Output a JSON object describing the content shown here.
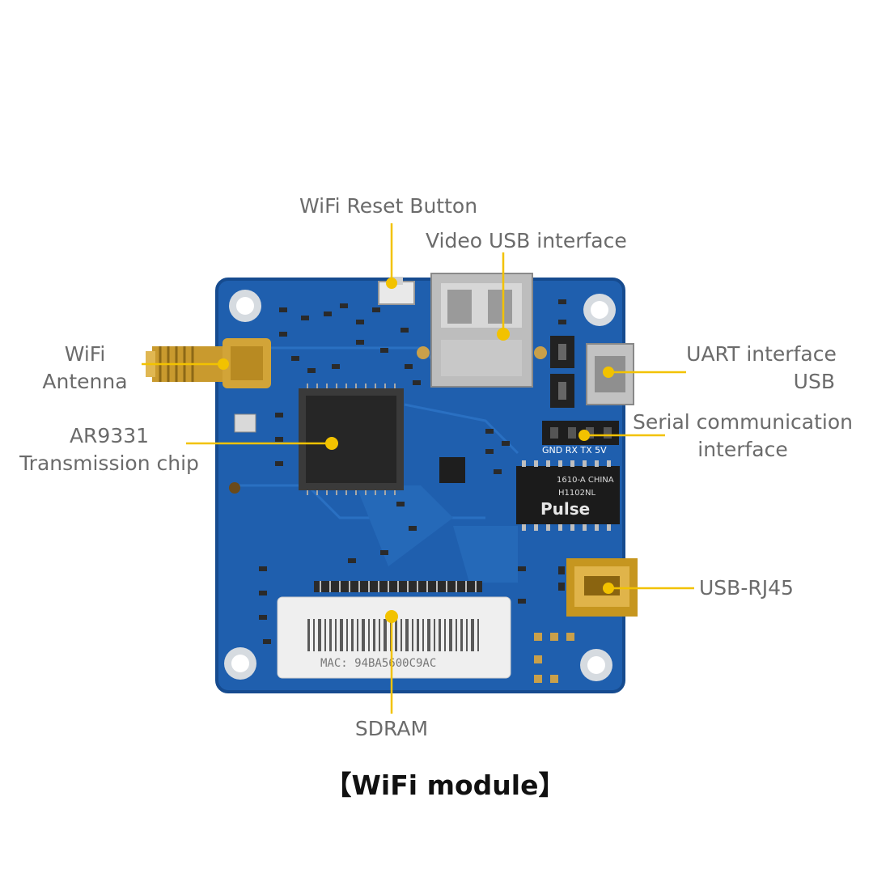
{
  "labels": {
    "wifi_reset_button": "WiFi Reset Button",
    "video_usb_interface": "Video USB interface",
    "wifi_antenna_line1": "WiFi",
    "wifi_antenna_line2": "Antenna",
    "uart_line1": "UART interface",
    "uart_line2": "USB",
    "ar9331_line1": "AR9331",
    "ar9331_line2": "Transmission chip",
    "serial_line1": "Serial communication",
    "serial_line2": "interface",
    "usb_rj45": "USB-RJ45",
    "sdram": "SDRAM"
  },
  "caption": "【WiFi module】",
  "board_text": {
    "mac": "MAC: 94BA5600C9AC",
    "pins": "GND RX TX 5V",
    "transformer_brand": "Pulse",
    "transformer_model": "H1102NL",
    "transformer_origin": "1610-A CHINA"
  },
  "colors": {
    "pcb": "#1f5fae",
    "pcb_dark": "#174d93",
    "leader_line": "#f2c200",
    "gold": "#c99a2e",
    "label_text": "#6b6b6b"
  }
}
